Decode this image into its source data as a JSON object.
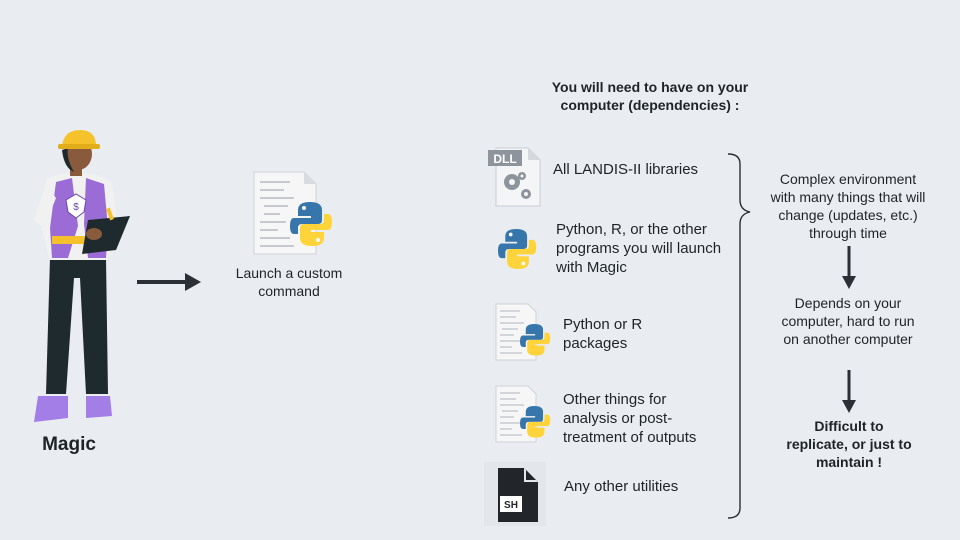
{
  "character": {
    "label": "Magic",
    "badge": "$"
  },
  "launch": {
    "label": "Launch a custom command"
  },
  "dependencies": {
    "heading": "You will need to have on your computer (dependencies) :",
    "items": [
      {
        "icon": "dll-file-icon",
        "label": "All LANDIS-II libraries",
        "icon_text": "DLL"
      },
      {
        "icon": "python-logo-icon",
        "label": "Python, R, or the other programs you will launch with Magic"
      },
      {
        "icon": "python-script-icon",
        "label": "Python or R packages"
      },
      {
        "icon": "python-script-icon",
        "label": "Other things for analysis or post-treatment of outputs"
      },
      {
        "icon": "sh-file-icon",
        "label": "Any other utilities",
        "icon_text": "SH"
      }
    ]
  },
  "consequences": {
    "steps": [
      "Complex environment with many things that will change (updates, etc.) through time",
      "Depends on your computer, hard to run on another computer",
      "Difficult to replicate, or just to maintain !"
    ]
  },
  "colors": {
    "background": "#e9edf2",
    "text": "#1e2328",
    "arrow": "#2b2f36",
    "python_blue": "#3776ab",
    "python_yellow": "#ffd43b",
    "vest": "#9b6bd6",
    "helmet": "#f5c22c"
  }
}
